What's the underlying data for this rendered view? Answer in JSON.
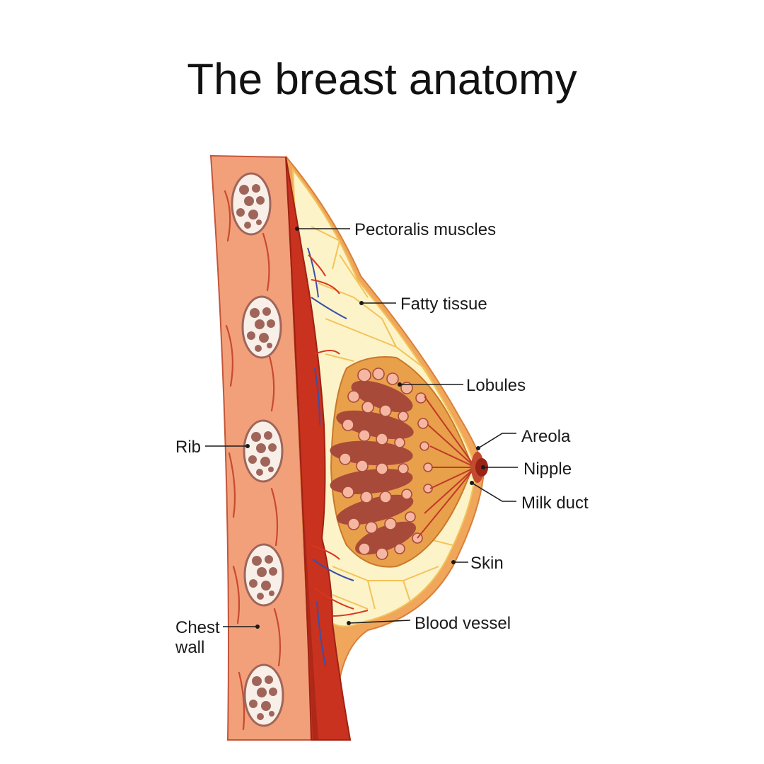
{
  "title": "The breast anatomy",
  "labels": {
    "pectoralis": "Pectoralis muscles",
    "fatty": "Fatty tissue",
    "lobules": "Lobules",
    "areola": "Areola",
    "nipple": "Nipple",
    "milk_duct": "Milk duct",
    "skin": "Skin",
    "blood_vessel": "Blood vessel",
    "rib": "Rib",
    "chest_line1": "Chest",
    "chest_line2": "wall"
  },
  "colors": {
    "chest_wall": "#f2a07a",
    "chest_wall_edge": "#c4553a",
    "muscle": "#c8321f",
    "muscle_dark": "#9e2214",
    "skin": "#f0a65b",
    "fat": "#fdf3c8",
    "fat_lines": "#f2c35a",
    "gland": "#e9a04a",
    "lobule": "#f6b7a2",
    "lobule_dark": "#a84a3a",
    "nipple": "#9a2318",
    "rib_bone": "#a0655a",
    "vessel_red": "#d8361f",
    "vessel_blue": "#3a50a8"
  }
}
